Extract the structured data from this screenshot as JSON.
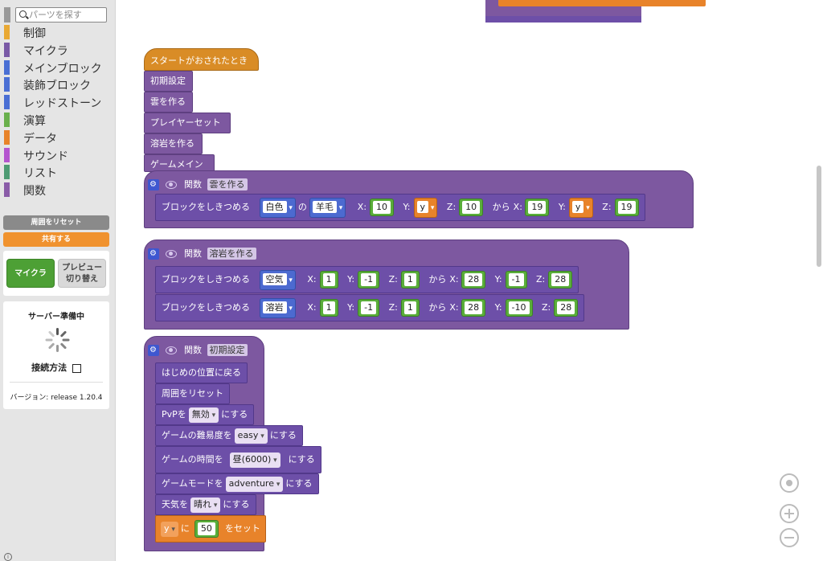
{
  "sidebar": {
    "search": {
      "placeholder": "パーツを探す"
    },
    "categories": [
      {
        "label": "制御",
        "color": "#e9a934"
      },
      {
        "label": "マイクラ",
        "color": "#7a5aa6"
      },
      {
        "label": "メインブロック",
        "color": "#4a6fd4"
      },
      {
        "label": "装飾ブロック",
        "color": "#4a6fd4"
      },
      {
        "label": "レッドストーン",
        "color": "#4a6fd4"
      },
      {
        "label": "演算",
        "color": "#6ab04c"
      },
      {
        "label": "データ",
        "color": "#e8832a"
      },
      {
        "label": "サウンド",
        "color": "#b455cf"
      },
      {
        "label": "リスト",
        "color": "#4d9b73"
      },
      {
        "label": "関数",
        "color": "#8a5ca8"
      }
    ],
    "reset_label": "周囲をリセット",
    "share_label": "共有する",
    "mode": {
      "active": "マイクラ",
      "preview": [
        "プレビュー",
        "切り替え"
      ]
    },
    "server": {
      "status": "サーバー準備中",
      "connect": "接続方法",
      "version": "バージョン: release 1.20.4"
    }
  },
  "workspace": {
    "hat": {
      "label": "スタートがおされたとき"
    },
    "main_stack": [
      "初期設定",
      "雲を作る",
      "プレイヤーセット",
      "溶岩を作る",
      "ゲームメイン"
    ],
    "func_label": "関数",
    "fill": {
      "label": "ブロックをしきつめる",
      "from": "から",
      "of": "の",
      "x": "X:",
      "y": "Y:",
      "z": "Z:",
      "fx": "X:"
    },
    "f1": {
      "name": "雲を作る",
      "color": "白色",
      "block": "羊毛",
      "x1": "10",
      "y1": "y",
      "z1": "10",
      "x2": "19",
      "y2": "y",
      "z2": "19"
    },
    "f2": {
      "name": "溶岩を作る",
      "rows": [
        {
          "block": "空気",
          "x1": "1",
          "y1": "-1",
          "z1": "1",
          "x2": "28",
          "y2": "-1",
          "z2": "28"
        },
        {
          "block": "溶岩",
          "x1": "1",
          "y1": "-1",
          "z1": "1",
          "x2": "28",
          "y2": "-10",
          "z2": "28"
        }
      ]
    },
    "f3": {
      "name": "初期設定",
      "respawn": "はじめの位置に戻る",
      "reset": "周囲をリセット",
      "pvp_pre": "PvPを",
      "pvp_val": "無効",
      "suru": "にする",
      "diff_pre": "ゲームの難易度を",
      "diff_val": "easy",
      "time_pre": "ゲームの時間を",
      "time_val": "昼(6000)",
      "mode_pre": "ゲームモードを",
      "mode_val": "adventure",
      "weather_pre": "天気を",
      "weather_val": "晴れ",
      "setvar": {
        "var": "y",
        "ni": "に",
        "value": "50",
        "post": "をセット"
      }
    }
  }
}
